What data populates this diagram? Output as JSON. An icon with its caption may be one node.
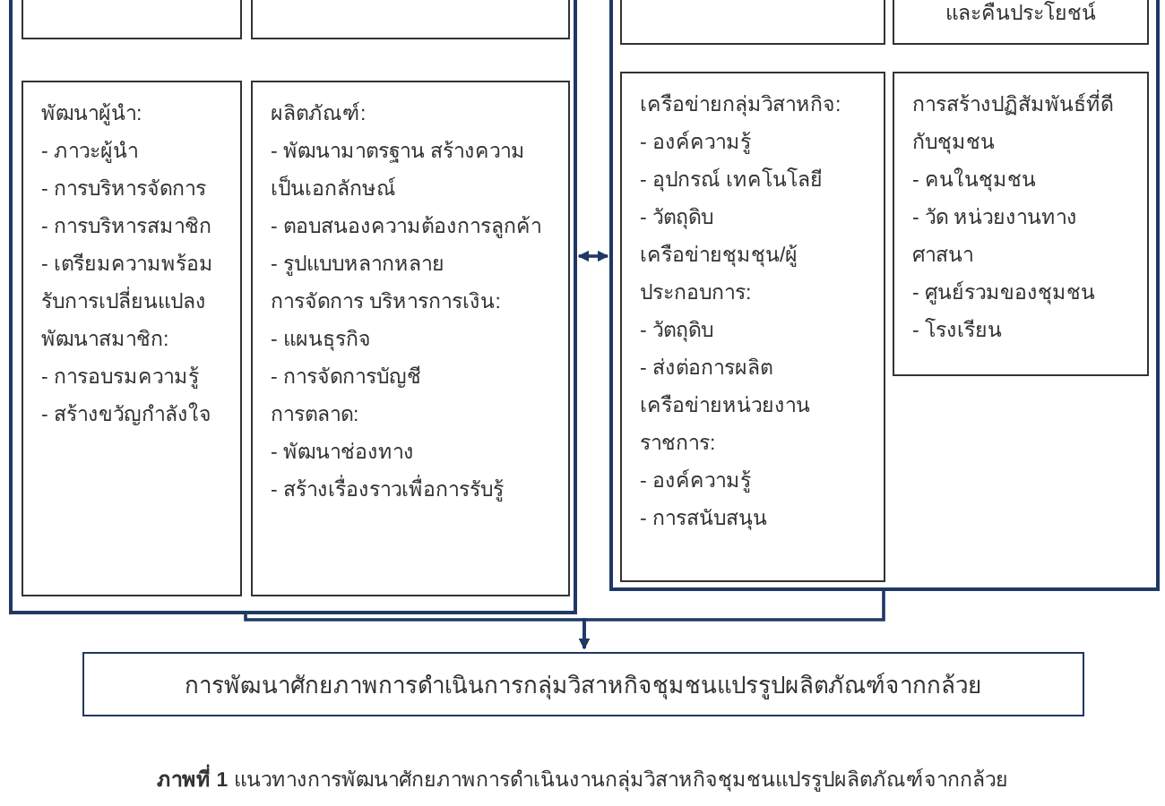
{
  "diagram": {
    "caption": "**ภาพที่ 1** แนวทางการพัฒนาศักยภาพการดำเนินงานกลุ่มวิสาหกิจชุมชนแปรรูปผลิตภัณฑ์จากกล้วย",
    "nodes": [
      {
        "text": [],
        "shape": "box"
      },
      {
        "text": [],
        "shape": "box",
        "in": 0
      },
      {
        "text": [],
        "shape": "box",
        "in": 0
      },
      {
        "text": [
          "พัฒนาผู้นำ:",
          "- ภาวะผู้นำ",
          "- การบริหารจัดการ",
          "- การบริหารสมาชิก",
          "- เตรียมความพร้อมรับการเปลี่ยนแปลง",
          "พัฒนาสมาชิก:",
          "- การอบรมความรู้",
          "- สร้างขวัญกำลังใจ"
        ],
        "in": 0
      },
      {
        "text": [
          "ผลิตภัณฑ์:",
          "- พัฒนามาตรฐาน สร้างความเป็นเอกลักษณ์",
          "- ตอบสนองความต้องการลูกค้า",
          "- รูปแบบหลากหลาย",
          "การจัดการ บริหารการเงิน:",
          "- แผนธุรกิจ",
          "- การจัดการบัญชี",
          "การตลาด:",
          "- พัฒนาช่องทาง",
          "- สร้างเรื่องราวเพื่อการรับรู้"
        ],
        "in": 0
      },
      {
        "text": [],
        "shape": "box"
      },
      {
        "text": [],
        "shape": "box",
        "in": 5
      },
      {
        "text": [
          "และคืนประโยชน์"
        ],
        "in": 5
      },
      {
        "text": [
          "เครือข่ายกลุ่มวิสาหกิจ:",
          "- องค์ความรู้",
          "- อุปกรณ์ เทคโนโลยี",
          "- วัตถุดิบ",
          "เครือข่ายชุมชุน/ผู้ประกอบการ:",
          "- วัตถุดิบ",
          "- ส่งต่อการผลิต",
          "เครือข่ายหน่วยงานราชการ:",
          "- องค์ความรู้",
          "- การสนับสนุน"
        ],
        "in": 5
      },
      {
        "text": [
          "การสร้างปฏิสัมพันธ์ที่ดีกับชุมชน",
          "- คนในชุมชน",
          "- วัด หน่วยงานทางศาสนา",
          "- ศูนย์รวมของชุมชน",
          "- โรงเรียน"
        ],
        "in": 5
      },
      {
        "text": [
          "การพัฒนาศักยภาพการดำเนินการกลุ่มวิสาหกิจชุมชนแปรรูปผลิตภัณฑ์จากกล้วย"
        ]
      }
    ],
    "edges": [
      {
        "from": 0,
        "to": 5,
        "arrow": "both"
      },
      {
        "from": 0,
        "to": 10,
        "arrow": "to"
      },
      {
        "from": 5,
        "to": 10,
        "arrow": "to"
      }
    ]
  }
}
